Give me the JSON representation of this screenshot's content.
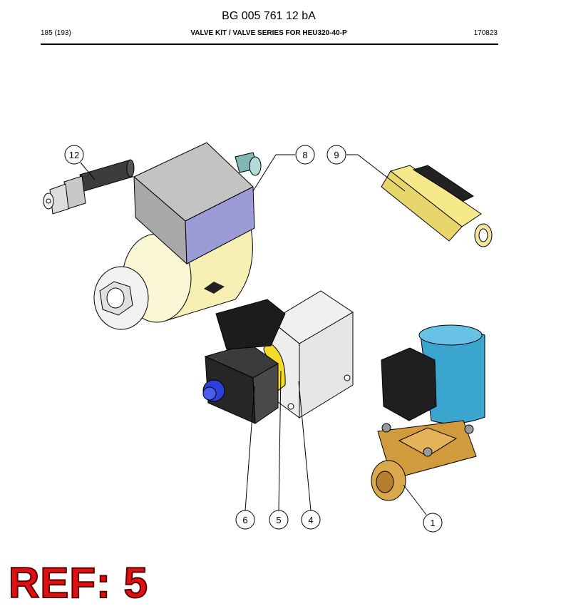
{
  "header": {
    "doc_number": "BG 005 761 12 bA",
    "page": "185 (193)",
    "section_title": "VALVE KIT / VALVE SERIES FOR HEU320-40-P",
    "date_code": "170823"
  },
  "callouts": [
    "12",
    "8",
    "9",
    "6",
    "5",
    "4",
    "1"
  ],
  "reference": "REF: 5",
  "colors": {
    "coil_yellow": "#f7efb4",
    "valve_blue": "#3aa6cf",
    "brass": "#d19a3c",
    "ref_red": "#e01010"
  }
}
